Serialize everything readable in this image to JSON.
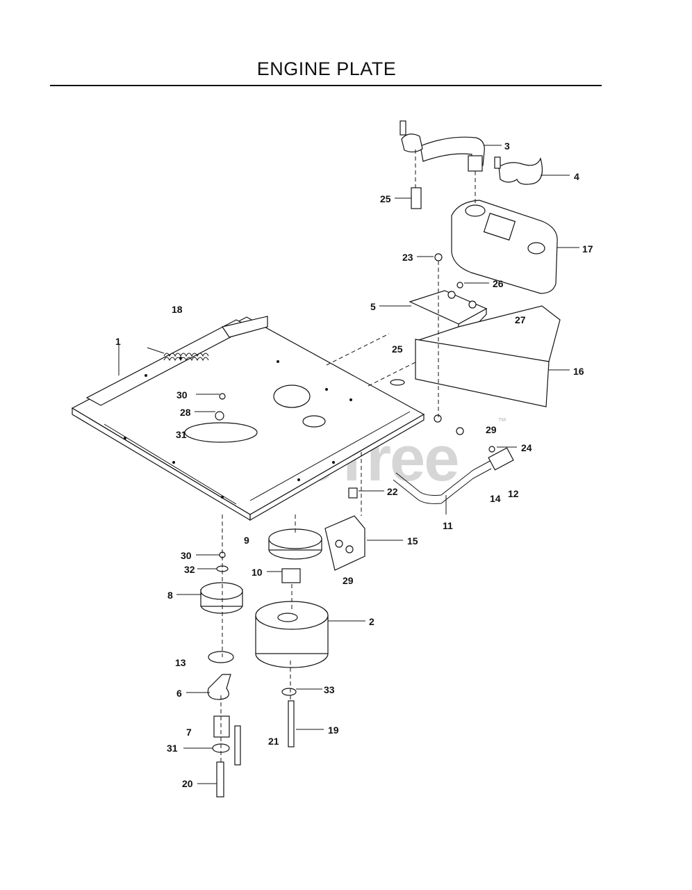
{
  "title": "ENGINE PLATE",
  "watermark": "PartsTree",
  "watermark_tm": "™",
  "callouts": {
    "c1": "1",
    "c2": "2",
    "c3": "3",
    "c4": "4",
    "c5": "5",
    "c6": "6",
    "c7": "7",
    "c8": "8",
    "c9": "9",
    "c10": "10",
    "c11": "11",
    "c12": "12",
    "c13": "13",
    "c14": "14",
    "c15": "15",
    "c16": "16",
    "c17": "17",
    "c18": "18",
    "c19": "19",
    "c20": "20",
    "c21": "21",
    "c22": "22",
    "c23": "23",
    "c24": "24",
    "c25a": "25",
    "c25b": "25",
    "c26": "26",
    "c27": "27",
    "c28": "28",
    "c29a": "29",
    "c29b": "29",
    "c30a": "30",
    "c30b": "30",
    "c31a": "31",
    "c31b": "31",
    "c32": "32",
    "c33": "33"
  }
}
